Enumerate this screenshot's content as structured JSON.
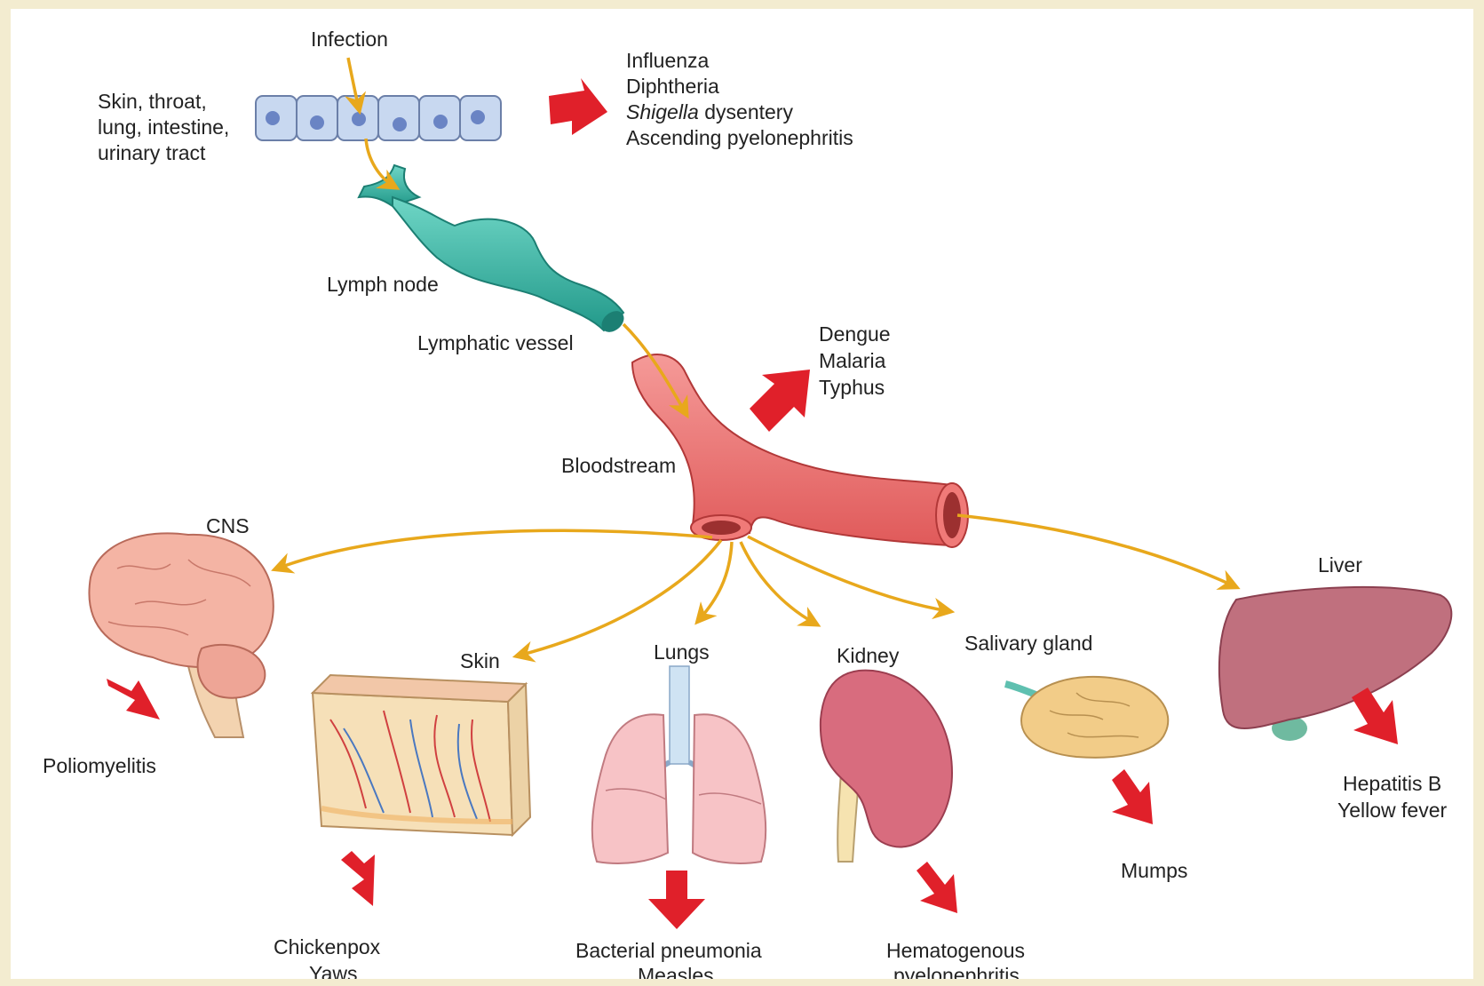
{
  "entry": {
    "infection_label": "Infection",
    "sites_lines": [
      "Skin, throat,",
      "lung, intestine,",
      "urinary tract"
    ],
    "local_diseases": {
      "line1": "Influenza",
      "line2": "Diphtheria",
      "line3_italic": "Shigella",
      "line3_rest": " dysentery",
      "line4": "Ascending pyelonephritis"
    }
  },
  "lymph": {
    "node_label": "Lymph node",
    "vessel_label": "Lymphatic vessel"
  },
  "blood": {
    "label": "Bloodstream",
    "diseases": [
      "Dengue",
      "Malaria",
      "Typhus"
    ]
  },
  "organs": {
    "cns": {
      "label": "CNS",
      "diseases": [
        "Poliomyelitis"
      ]
    },
    "skin": {
      "label": "Skin",
      "diseases": [
        "Chickenpox",
        "Yaws"
      ]
    },
    "lungs": {
      "label": "Lungs",
      "diseases": [
        "Bacterial pneumonia",
        "Measles"
      ]
    },
    "kidney": {
      "label": "Kidney",
      "diseases": [
        "Hematogenous",
        "pyelonephritis"
      ]
    },
    "salivary": {
      "label": "Salivary gland",
      "diseases": [
        "Mumps"
      ]
    },
    "liver": {
      "label": "Liver",
      "diseases": [
        "Hepatitis B",
        "Yellow fever"
      ]
    }
  },
  "colors": {
    "pathway_arrow": "#e8a81c",
    "outcome_arrow": "#e0202a",
    "epithelium": "#c8d8f0",
    "lymph": "#3fb8a8",
    "blood_vessel": "#f07a78"
  }
}
